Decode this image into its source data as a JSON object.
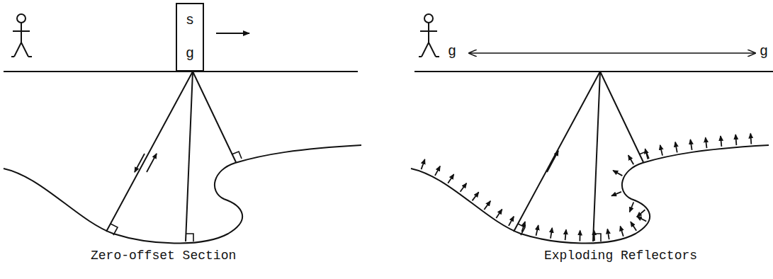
{
  "diagram": {
    "nodes": [
      {
        "text": [
          "s",
          "g"
        ]
      }
    ],
    "labels": [
      "g",
      "g",
      "Zero-offset Section",
      "Exploding Reflectors"
    ]
  }
}
